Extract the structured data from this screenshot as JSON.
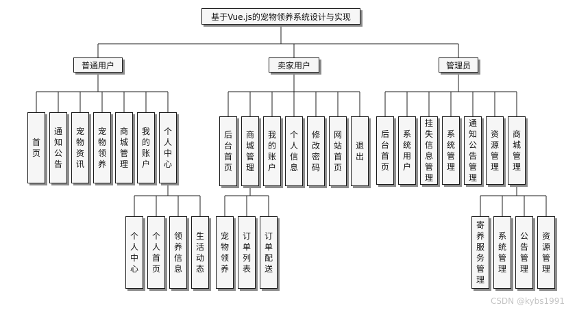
{
  "diagram": {
    "root": "基于Vue.js的宠物领养系统设计与实现",
    "groups": [
      {
        "label": "普通用户",
        "items": [
          "首页",
          "通知公告",
          "宠物资讯",
          "宠物领养",
          "商城管理",
          "我的账户",
          "个人中心"
        ],
        "sub_parent": "个人中心",
        "sub_items": [
          "个人中心",
          "个人首页",
          "领养信息",
          "生活动态"
        ]
      },
      {
        "label": "卖家用户",
        "items": [
          "后台首页",
          "商城管理",
          "我的账户",
          "个人信息",
          "修改密码",
          "网站首页",
          "退出"
        ],
        "sub_parent": "商城管理",
        "sub_items": [
          "宠物领养",
          "订单列表",
          "订单配送"
        ]
      },
      {
        "label": "管理员",
        "items": [
          "后台首页",
          "系统用户",
          "挂失信息管理",
          "系统管理",
          "通知公告管理",
          "资源管理",
          "商城管理"
        ],
        "sub_parent": "商城管理",
        "sub_items": [
          "寄养服务管理",
          "系统管理",
          "公告管理",
          "资源管理"
        ]
      }
    ]
  },
  "watermark": "CSDN @kybs1991"
}
